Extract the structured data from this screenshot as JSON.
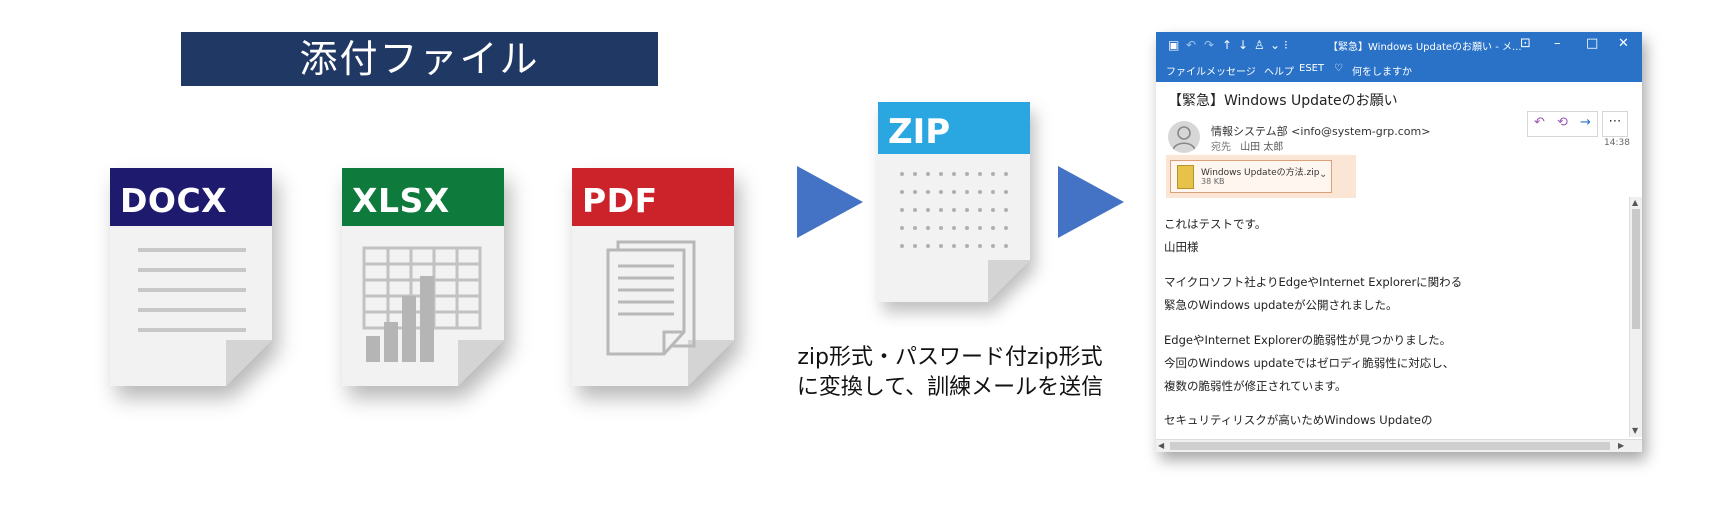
{
  "banner": {
    "title": "添付ファイル"
  },
  "files": {
    "docx": {
      "label": "DOCX",
      "color": "#1e1a6e"
    },
    "xlsx": {
      "label": "XLSX",
      "color": "#0e7a3c"
    },
    "pdf": {
      "label": "PDF",
      "color": "#cc2229"
    },
    "zip": {
      "label": "ZIP",
      "color": "#2aa7e0"
    }
  },
  "arrow_color": "#4472c4",
  "caption": {
    "line1": "zip形式・パスワード付zip形式",
    "line2": "に変換して、訓練メールを送信"
  },
  "email": {
    "window_title": "【緊急】Windows Updateのお願い  -  メ...",
    "menu": [
      "ファイル",
      "メッセージ",
      "ヘルプ",
      "ESET",
      "何をしますか"
    ],
    "subject": "【緊急】Windows Updateのお願い",
    "sender": "情報システム部 <info@system-grp.com>",
    "to_label": "宛先",
    "to": "山田 太郎",
    "time": "14:38",
    "attachment": {
      "name": "Windows Updateの方法.zip",
      "size": "38 KB"
    },
    "body": [
      "これはテストです。",
      "山田様",
      "マイクロソフト社よりEdgeやInternet Explorerに関わる",
      "緊急のWindows updateが公開されました。",
      "EdgeやInternet Explorerの脆弱性が見つかりました。",
      "今回のWindows updateではゼロディ脆弱性に対応し、",
      "複数の脆弱性が修正されています。",
      "セキュリティリスクが高いためWindows Updateの"
    ]
  }
}
